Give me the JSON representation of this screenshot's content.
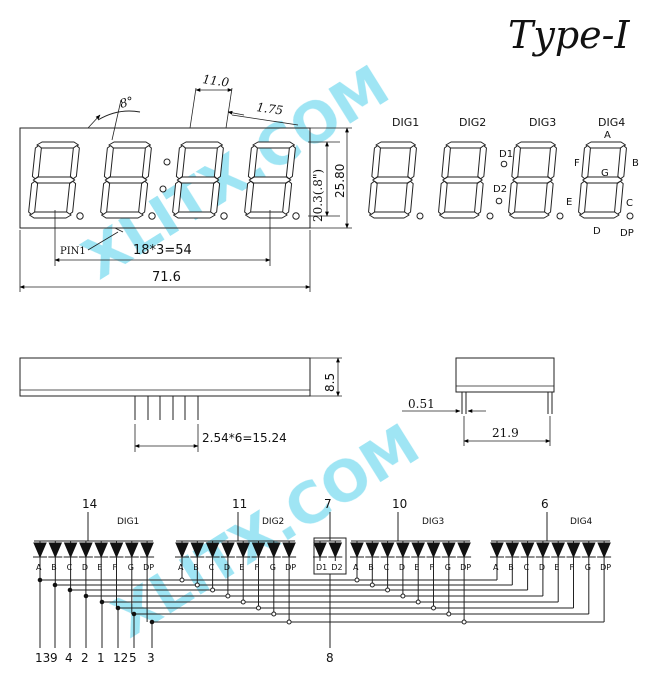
{
  "title": "Type-I",
  "watermark": "XLITX.COM",
  "front_view": {
    "angle": "8°",
    "seg_width": "11.0",
    "seg_stroke": "1.75",
    "digit_height": "20.3(.8\")",
    "height": "25.80",
    "pin1": "PIN1",
    "pitch": "18*3=54",
    "width": "71.6"
  },
  "segment_map": {
    "digits": [
      "DIG1",
      "DIG2",
      "DIG3",
      "DIG4"
    ],
    "colon_top": "D1",
    "colon_bottom": "D2",
    "seg_labels": {
      "a": "A",
      "b": "B",
      "c": "C",
      "d": "D",
      "e": "E",
      "f": "F",
      "g": "G",
      "dp": "DP"
    },
    "e_left": "E"
  },
  "side_view": {
    "height": "8.5",
    "pin_pitch": "2.54*6=15.24",
    "pin_dia": "0.51",
    "depth": "21.9"
  },
  "schematic": {
    "commons": [
      {
        "pin": "14",
        "digit": "DIG1"
      },
      {
        "pin": "11",
        "digit": "DIG2"
      },
      {
        "pin": "7",
        "digit": ""
      },
      {
        "pin": "10",
        "digit": "DIG3"
      },
      {
        "pin": "6",
        "digit": "DIG4"
      }
    ],
    "segments": [
      "A",
      "B",
      "C",
      "D",
      "E",
      "F",
      "G",
      "DP"
    ],
    "colon": [
      "D1",
      "D2"
    ],
    "bottom_pins": [
      "13",
      "9",
      "4",
      "2",
      "1",
      "12",
      "5",
      "3"
    ],
    "colon_pin": "8"
  }
}
